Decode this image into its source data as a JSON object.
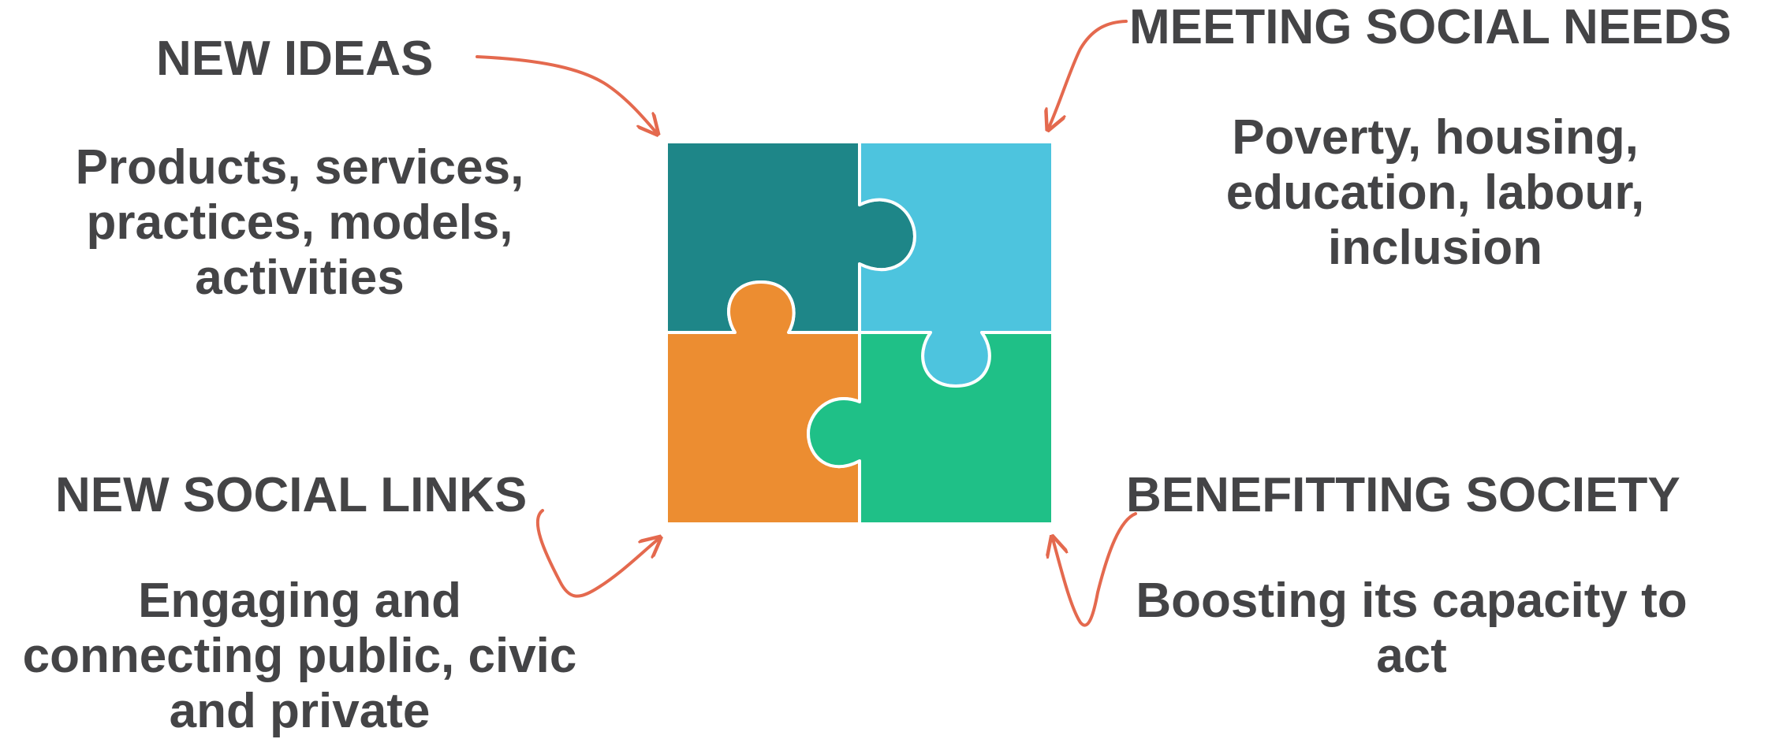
{
  "top_left": {
    "heading": "NEW IDEAS",
    "lines": [
      "Products, services,",
      "practices, models,",
      "activities"
    ]
  },
  "top_right": {
    "heading": "MEETING SOCIAL NEEDS",
    "lines": [
      "Poverty, housing,",
      "education, labour,",
      "inclusion"
    ]
  },
  "bottom_left": {
    "heading": "NEW SOCIAL LINKS",
    "lines": [
      "Engaging and",
      "connecting public, civic",
      "and private"
    ]
  },
  "bottom_right": {
    "heading": "BENEFITTING SOCIETY",
    "lines": [
      "Boosting its capacity to",
      "act"
    ]
  },
  "colors": {
    "text": "#444446",
    "arrow": "#E4694E",
    "piece_top_left": "#1E8688",
    "piece_top_right": "#4DC4DE",
    "piece_bottom_left": "#EC8D31",
    "piece_bottom_right": "#1FC087",
    "piece_border": "#ffffff"
  },
  "icons": [
    "puzzle-icon",
    "curved-arrow-icon"
  ]
}
